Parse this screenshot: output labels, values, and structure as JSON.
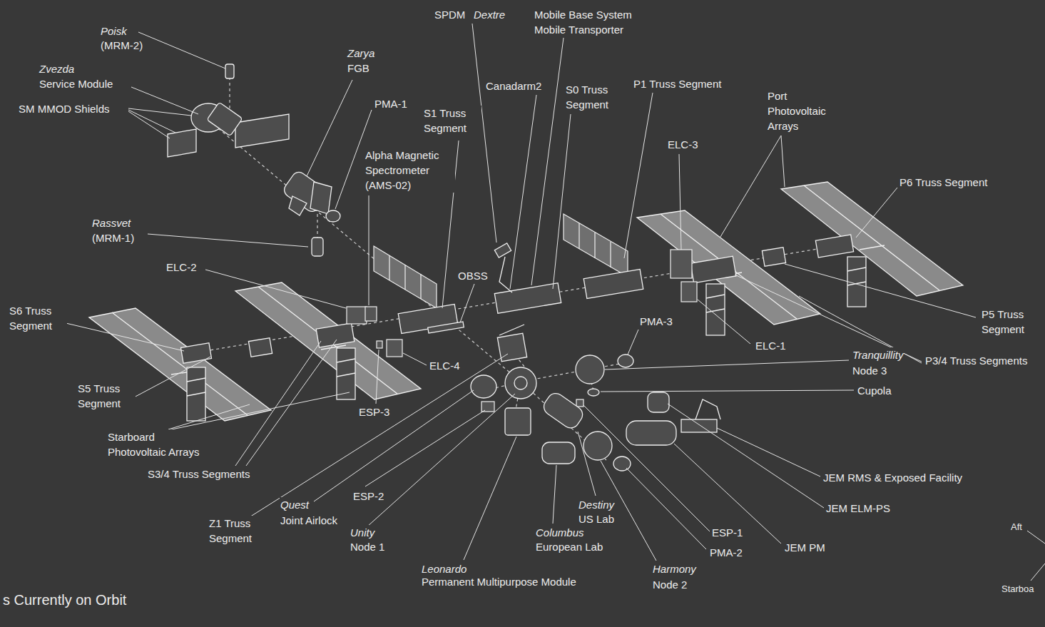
{
  "diagram": {
    "labels": [
      "Poisk",
      "(MRM-2)",
      "Zvezda",
      "Service Module",
      "SM MMOD Shields",
      "Zarya",
      "FGB",
      "PMA-1",
      "SPDM",
      "Dextre",
      "Mobile Base System",
      "Mobile Transporter",
      "S1 Truss Segment",
      "Canadarm2",
      "S0 Truss Segment",
      "P1 Truss Segment",
      "Port Photovoltaic Arrays",
      "Alpha Magnetic Spectrometer (AMS-02)",
      "ELC-3",
      "P6 Truss Segment",
      "Rassvet",
      "(MRM-1)",
      "ELC-2",
      "OBSS",
      "S6 Truss Segment",
      "PMA-3",
      "P5 Truss Segment",
      "ELC-1",
      "Tranquillity",
      "Node 3",
      "P3/4 Truss Segments",
      "ELC-4",
      "Cupola",
      "S5 Truss Segment",
      "ESP-3",
      "Starboard Photovoltaic Arrays",
      "S3/4 Truss Segments",
      "JEM RMS & Exposed Facility",
      "ESP-2",
      "Quest",
      "Joint Airlock",
      "JEM ELM-PS",
      "Z1 Truss Segment",
      "Unity",
      "Node 1",
      "Destiny",
      "US Lab",
      "Columbus",
      "European Lab",
      "ESP-1",
      "JEM PM",
      "PMA-2",
      "Harmony",
      "Node 2",
      "Leonardo",
      "Permanent Multipurpose Module",
      "s Currently on Orbit",
      "Aft",
      "Starboa"
    ]
  }
}
